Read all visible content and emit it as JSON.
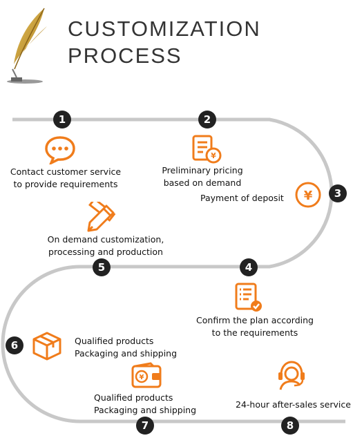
{
  "header": {
    "title_line1": "CUSTOMIZATION",
    "title_line2": "PROCESS",
    "logo_icon": "feather-quill-icon"
  },
  "colors": {
    "accent": "#f07c1b",
    "track": "#c8c8c8",
    "badge": "#222222"
  },
  "steps": [
    {
      "number": "1",
      "line1": "Contact customer service",
      "line2": "to provide requirements",
      "icon": "chat-bubble-icon"
    },
    {
      "number": "2",
      "line1": "Preliminary pricing",
      "line2": "based on demand",
      "icon": "price-document-icon"
    },
    {
      "number": "3",
      "line1": "Payment of deposit",
      "line2": "",
      "icon": "yen-circle-icon"
    },
    {
      "number": "4",
      "line1": "Confirm the plan according",
      "line2": "to the requirements",
      "icon": "checklist-icon"
    },
    {
      "number": "5",
      "line1": "On demand customization,",
      "line2": "processing and production",
      "icon": "pencil-ruler-icon"
    },
    {
      "number": "6",
      "line1": "Qualified products",
      "line2": "Packaging and shipping",
      "icon": "box-icon"
    },
    {
      "number": "7",
      "line1": "Qualified products",
      "line2": "Packaging and shipping",
      "icon": "wallet-icon"
    },
    {
      "number": "8",
      "line1": "24-hour after-sales service",
      "line2": "",
      "icon": "headset-agent-icon"
    }
  ]
}
